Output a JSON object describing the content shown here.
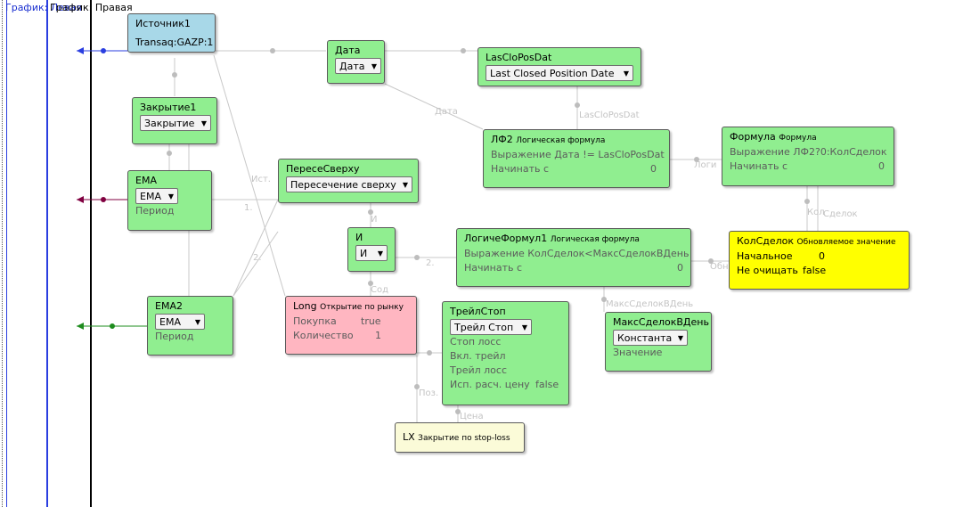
{
  "panels": {
    "left": "График: Левая",
    "right": "График: Правая"
  },
  "colors": {
    "node": "#90ee90",
    "source": "#a8d8e8",
    "order": "#ffb6c1",
    "state": "#ffff00",
    "exit": "#fbfbd8",
    "wire": "#c8c8c8"
  },
  "nodes": {
    "source1": {
      "title": "Источник1",
      "value": "Transaq:GAZP:1"
    },
    "data": {
      "title": "Дата",
      "select": "Дата"
    },
    "lasclo": {
      "title": "LasCloPosDat",
      "select": "Last Closed Position Date"
    },
    "close1": {
      "title": "Закрытие1",
      "select": "Закрытие"
    },
    "ema": {
      "title": "EMA",
      "select": "EMA",
      "param": "Период"
    },
    "ema2": {
      "title": "EMA2",
      "select": "EMA",
      "param": "Период"
    },
    "cross": {
      "title": "ПересеСверху",
      "select": "Пересечение сверху"
    },
    "and": {
      "title": "И",
      "select": "И"
    },
    "lf2": {
      "title": "ЛФ2",
      "subtitle": "Логическая формула",
      "expr_label": "Выражение",
      "expr": "Дата != LasCloPosDat",
      "start_label": "Начинать с",
      "start": "0"
    },
    "formula": {
      "title": "Формула",
      "subtitle": "Формула",
      "expr_label": "Выражение",
      "expr": "ЛФ2?0:КолСделок",
      "start_label": "Начинать с",
      "start": "0"
    },
    "lf1": {
      "title": "ЛогичеФормул1",
      "subtitle": "Логическая формула",
      "expr_label": "Выражение",
      "expr": "КолСделок<МаксСделокВДень",
      "start_label": "Начинать с",
      "start": "0"
    },
    "kolsdelok": {
      "title": "КолСделок",
      "subtitle": "Обновляемое значение",
      "initial_label": "Начальное",
      "initial": "0",
      "noclear_label": "Не очищать",
      "noclear": "false"
    },
    "long": {
      "title": "Long",
      "subtitle": "Открытие по рынку",
      "buy_label": "Покупка",
      "buy": "true",
      "qty_label": "Количество",
      "qty": "1"
    },
    "trail": {
      "title": "ТрейлСтоп",
      "select": "Трейл Стоп",
      "p1": "Стоп лосс",
      "p2": "Вкл. трейл",
      "p3": "Трейл лосс",
      "p4_label": "Исп. расч. цену",
      "p4": "false"
    },
    "maxsd": {
      "title": "МаксСделокВДень",
      "select": "Константа",
      "param": "Значение"
    },
    "lx": {
      "title": "LX",
      "subtitle": "Закрытие по stop-loss"
    }
  },
  "wire_labels": {
    "data": "Дата",
    "lasclo": "LasCloPosDat",
    "logi": "Логи",
    "kol_a": "Кол",
    "kol_b": "Сделок",
    "ist": "Ист.",
    "one": "1.",
    "two_a": "2.",
    "two_b": "2.",
    "obn": "Обн",
    "maxsd": "МаксСделокВДень",
    "i": "И",
    "cond": "Сод",
    "poz": "Поз.",
    "price": "Цена"
  }
}
